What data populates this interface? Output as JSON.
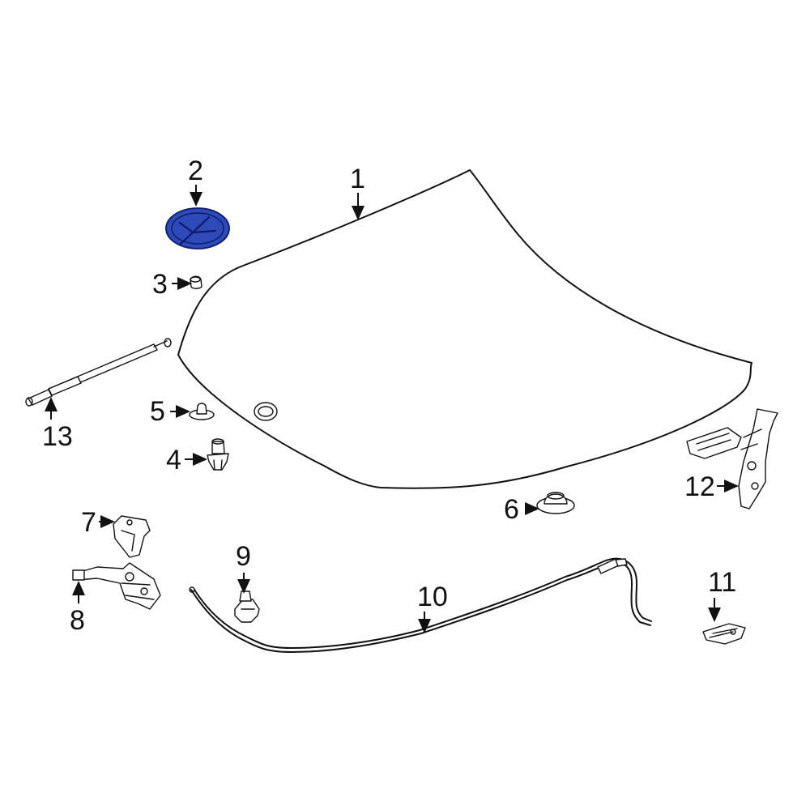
{
  "colors": {
    "line": "#111111",
    "highlight": "#2f49b8",
    "highlight_stroke": "#0a1a6e",
    "background": "#ffffff"
  },
  "parts": [
    {
      "id": "1",
      "label": "1"
    },
    {
      "id": "2",
      "label": "2"
    },
    {
      "id": "3",
      "label": "3"
    },
    {
      "id": "4",
      "label": "4"
    },
    {
      "id": "5",
      "label": "5"
    },
    {
      "id": "6",
      "label": "6"
    },
    {
      "id": "7",
      "label": "7"
    },
    {
      "id": "8",
      "label": "8"
    },
    {
      "id": "9",
      "label": "9"
    },
    {
      "id": "10",
      "label": "10"
    },
    {
      "id": "11",
      "label": "11"
    },
    {
      "id": "12",
      "label": "12"
    },
    {
      "id": "13",
      "label": "13"
    }
  ],
  "highlighted_part": "2"
}
